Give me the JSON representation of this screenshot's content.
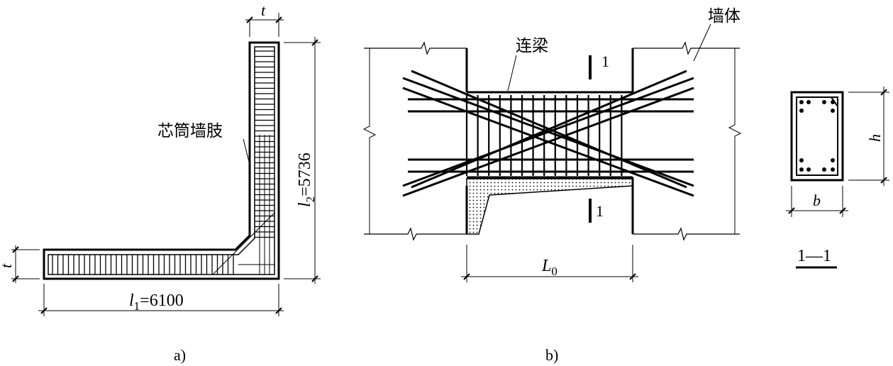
{
  "panel_a": {
    "caption": "a)",
    "wall_label": "芯筒墙肢",
    "dim_t_top": "t",
    "dim_t_left": "t",
    "dim_l1_var": "l",
    "dim_l1_sub": "1",
    "dim_l1_value": "=6100",
    "dim_l2_var": "l",
    "dim_l2_sub": "2",
    "dim_l2_value": "=5736"
  },
  "panel_b": {
    "caption": "b)",
    "beam_label": "连梁",
    "wall_label": "墙体",
    "section_mark_top": "1",
    "section_mark_bottom": "1",
    "span_var": "L",
    "span_sub": "0"
  },
  "section": {
    "dim_h": "h",
    "dim_b": "b",
    "title": "1—1"
  }
}
